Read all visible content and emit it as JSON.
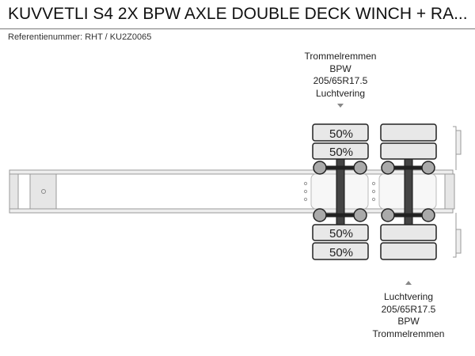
{
  "title": "KUVVETLI S4 2X BPW AXLE DOUBLE DECK WINCH + RA...",
  "reference": "Referentienummer: RHT / KU2Z0065",
  "axle1": {
    "brakes": "Trommelremmen",
    "brand": "BPW",
    "tyres": "205/65R17.5",
    "suspension": "Luchtvering",
    "tyre_wear": [
      "50%",
      "50%",
      "50%",
      "50%"
    ]
  },
  "axle2": {
    "suspension": "Luchtvering",
    "tyres": "205/65R17.5",
    "brand": "BPW",
    "brakes": "Trommelremmen"
  }
}
